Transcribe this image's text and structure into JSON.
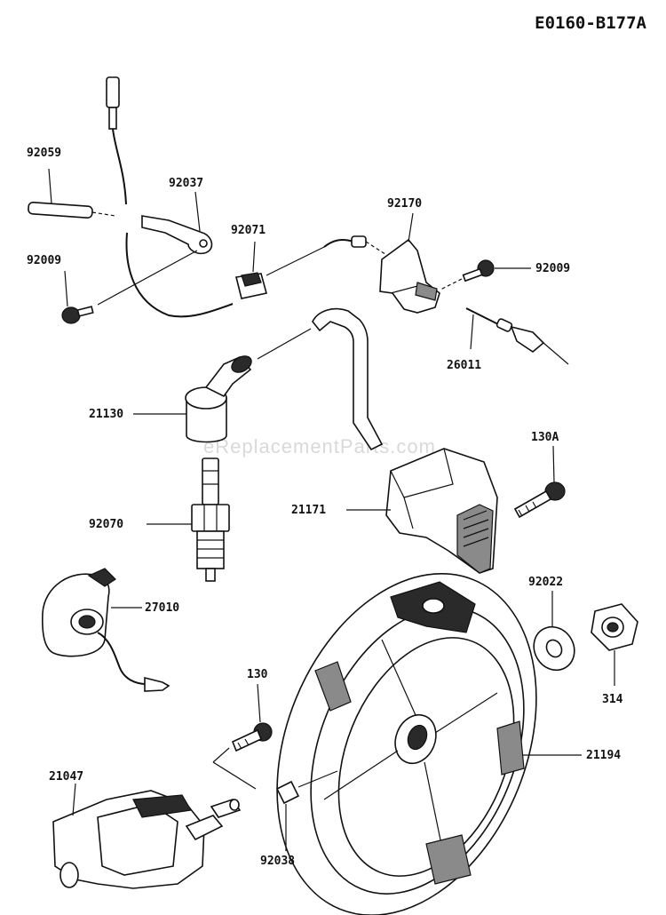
{
  "diagram_code": "E0160-B177A",
  "watermark": "eReplacementParts.com",
  "parts": {
    "p92059": "92059",
    "p92037": "92037",
    "p92009a": "92009",
    "p92071": "92071",
    "p92170": "92170",
    "p92009b": "92009",
    "p26011": "26011",
    "p21130": "21130",
    "p130A": "130A",
    "p21171": "21171",
    "p92070": "92070",
    "p27010": "27010",
    "p92022": "92022",
    "p314": "314",
    "p130": "130",
    "p21194": "21194",
    "p21047": "21047",
    "p92038": "92038"
  }
}
